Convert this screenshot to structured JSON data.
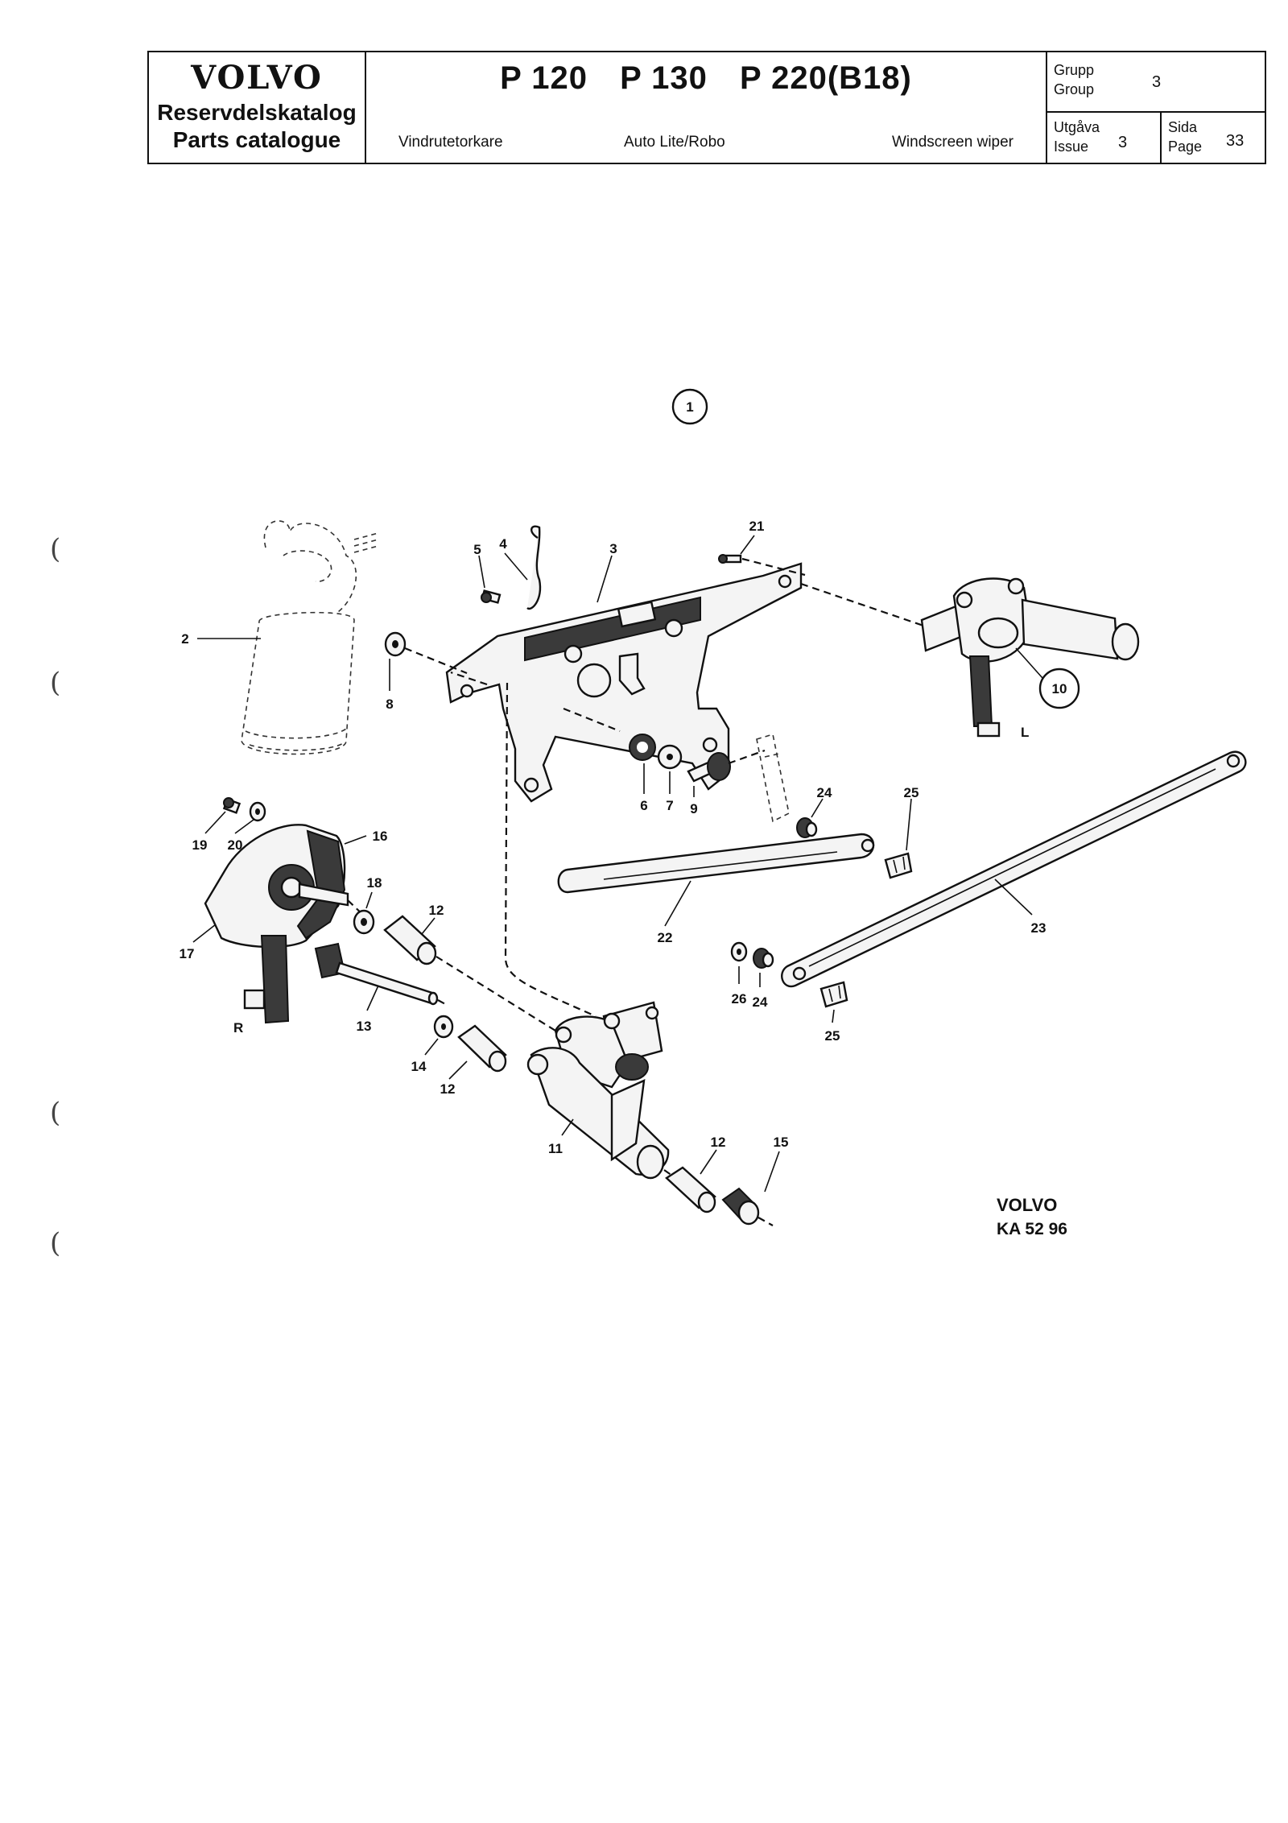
{
  "header": {
    "brand": "VOLVO",
    "catalog_sv": "Reservdelskatalog",
    "catalog_en": "Parts catalogue",
    "models": [
      "P 120",
      "P 130",
      "P 220(B18)"
    ],
    "subtitle_sv": "Vindrutetorkare",
    "subtitle_make": "Auto Lite/Robo",
    "subtitle_en": "Windscreen wiper",
    "group_label_sv": "Grupp",
    "group_label_en": "Group",
    "group_value": "3",
    "issue_label_sv": "Utgåva",
    "issue_label_en": "Issue",
    "issue_value": "3",
    "page_label_sv": "Sida",
    "page_label_en": "Page",
    "page_value": "33"
  },
  "diagram": {
    "figure_number": "1",
    "side_left": "R",
    "side_right": "L",
    "callouts": {
      "c2": "2",
      "c3": "3",
      "c4": "4",
      "c5": "5",
      "c6": "6",
      "c7": "7",
      "c8": "8",
      "c9": "9",
      "c10": "10",
      "c11": "11",
      "c12a": "12",
      "c12b": "12",
      "c12c": "12",
      "c13": "13",
      "c14": "14",
      "c15": "15",
      "c16": "16",
      "c17": "17",
      "c18": "18",
      "c19": "19",
      "c20": "20",
      "c21": "21",
      "c22": "22",
      "c23": "23",
      "c24a": "24",
      "c24b": "24",
      "c25a": "25",
      "c25b": "25",
      "c26": "26"
    }
  },
  "footer": {
    "brand": "VOLVO",
    "code": "KA 52 96"
  }
}
